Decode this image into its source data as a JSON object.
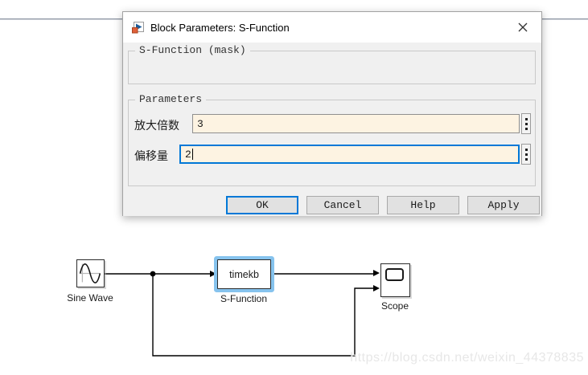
{
  "dialog": {
    "title": "Block Parameters: S-Function",
    "description_group": {
      "label": "S-Function (mask)"
    },
    "parameters_group": {
      "label": "Parameters",
      "fields": [
        {
          "label": "放大倍数",
          "value": "3",
          "focused": false
        },
        {
          "label": "偏移量",
          "value": "2",
          "focused": true
        }
      ]
    },
    "buttons": {
      "ok": "OK",
      "cancel": "Cancel",
      "help": "Help",
      "apply": "Apply"
    }
  },
  "canvas": {
    "blocks": [
      {
        "id": "sine-wave",
        "label": "Sine Wave",
        "icon": "sine-curve-icon"
      },
      {
        "id": "s-function",
        "label": "S-Function",
        "text": "timekb",
        "selected": true
      },
      {
        "id": "scope",
        "label": "Scope",
        "icon": "scope-screen-icon"
      }
    ],
    "watermark": "https://blog.csdn.net/weixin_44378835"
  },
  "colors": {
    "accent_blue": "#0078d7",
    "selection_glow": "#86c3ee",
    "input_background": "#fdf3e2",
    "dialog_background": "#f0f0f0",
    "watermark_gray": "#e7e7e7"
  }
}
